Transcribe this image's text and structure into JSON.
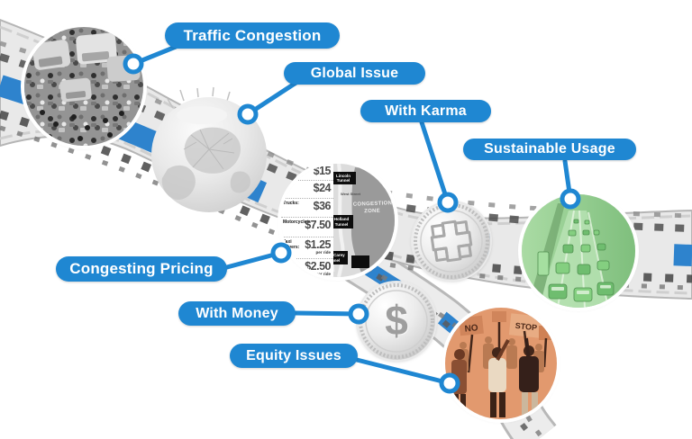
{
  "callouts": {
    "traffic_congestion": "Traffic Congestion",
    "global_issue": "Global Issue",
    "with_karma": "With Karma",
    "sustainable_usage": "Sustainable Usage",
    "congesting_pricing": "Congesting Pricing",
    "with_money": "With Money",
    "equity_issues": "Equity Issues"
  },
  "pricing_panel": {
    "rows": [
      {
        "label": "",
        "price": "$15",
        "unit": ""
      },
      {
        "label": "",
        "price": "$24",
        "unit": ""
      },
      {
        "label": "Trucks:",
        "price": "$36",
        "unit": ""
      },
      {
        "label": "Motorcycles:",
        "price": "$7.50",
        "unit": ""
      },
      {
        "label": "Taxi drivers:",
        "price": "$1.25",
        "unit": "per ride"
      },
      {
        "label": "Uber, Lyft, other ride-shares:",
        "price": "$2.50",
        "unit": "per ride"
      }
    ],
    "map": {
      "zone_label": "CONGESTION ZONE",
      "lincoln": "Lincoln Tunnel",
      "west_street": "West Street",
      "holland": "Holland Tunnel",
      "hugh_carey": "Hugh Carey Tunnel"
    }
  },
  "money_coin": {
    "symbol": "$"
  },
  "protest": {
    "sign_no": "NO",
    "sign_stop": "STOP"
  },
  "colors": {
    "callout_blue": "#1f87d2",
    "road_stripe_blue": "#2e83cd",
    "sustainable_green": "#8cc98a",
    "equity_orange": "#e2996e",
    "coin_silver": "#d9d9d9"
  }
}
